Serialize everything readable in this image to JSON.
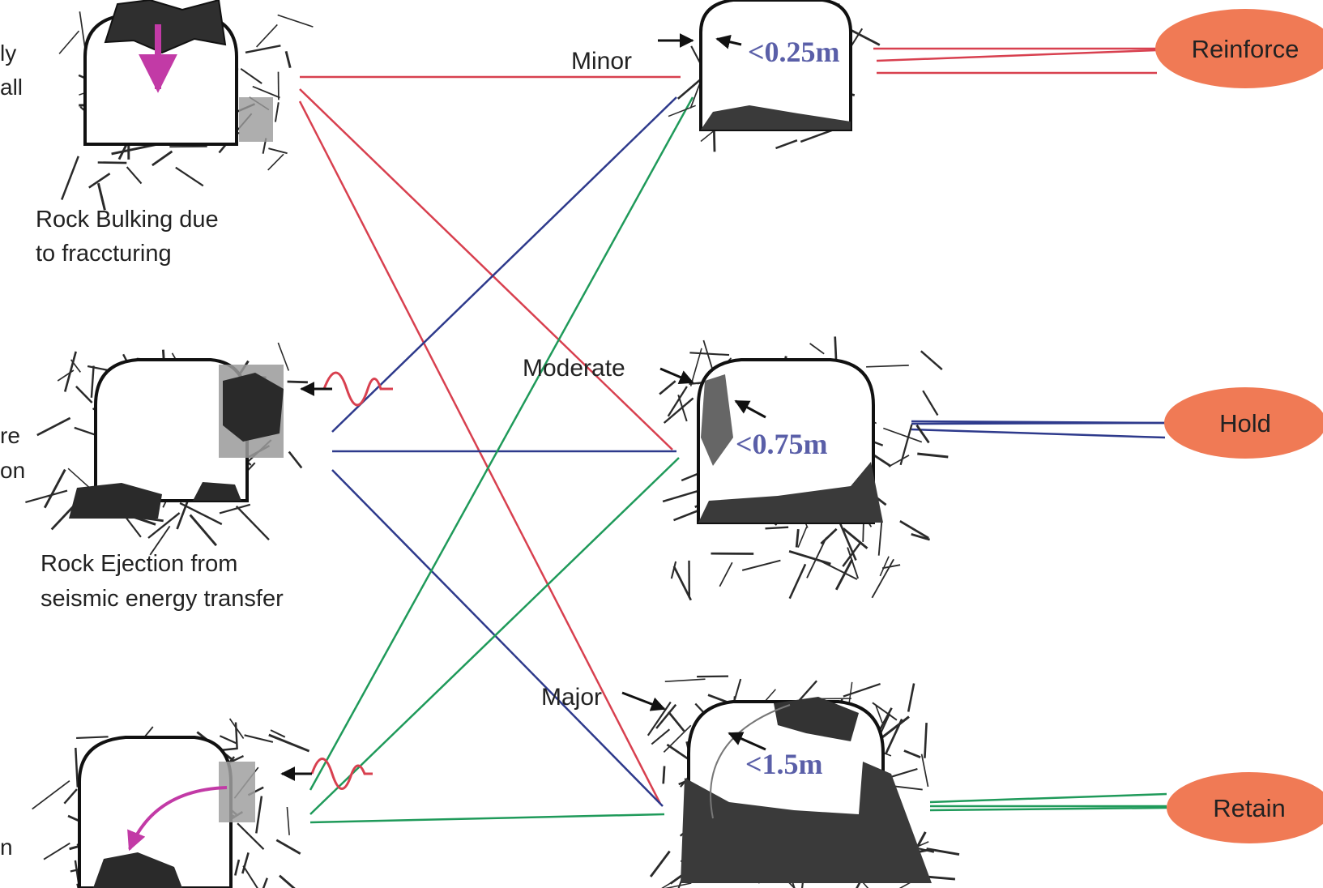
{
  "diagram": {
    "mechanisms": [
      {
        "id": "bulking",
        "side_label_lines": [
          "ly",
          "all"
        ],
        "caption_lines": [
          "Rock Bulking due",
          "to fraccturing"
        ]
      },
      {
        "id": "ejection",
        "side_label_lines": [
          "re",
          "on"
        ],
        "caption_lines": [
          "Rock Ejection from",
          "seismic energy transfer"
        ]
      },
      {
        "id": "fall",
        "side_label_lines": [
          "n"
        ],
        "caption_lines": []
      }
    ],
    "severities": [
      {
        "id": "minor",
        "label": "Minor",
        "displacement": "<0.25m"
      },
      {
        "id": "moderate",
        "label": "Moderate",
        "displacement": "<0.75m"
      },
      {
        "id": "major",
        "label": "Major",
        "displacement": "<1.5m"
      }
    ],
    "functions": [
      {
        "id": "reinforce",
        "label": "Reinforce"
      },
      {
        "id": "hold",
        "label": "Hold"
      },
      {
        "id": "retain",
        "label": "Retain"
      }
    ],
    "colors": {
      "bulking": "#d8404f",
      "ejection": "#2e3a8c",
      "fall": "#1f9a5a",
      "ellipse_fill": "#f07a55",
      "displacement_text": "#5a5fa8",
      "gravity_arrow": "#c23aa6",
      "outline": "#111111",
      "damage": "#2a2a2a",
      "shadow": "#8f8f8f"
    },
    "icons": [
      "gravity-arrow-icon",
      "seismic-wave-icon",
      "dimension-arrow-icon"
    ]
  }
}
